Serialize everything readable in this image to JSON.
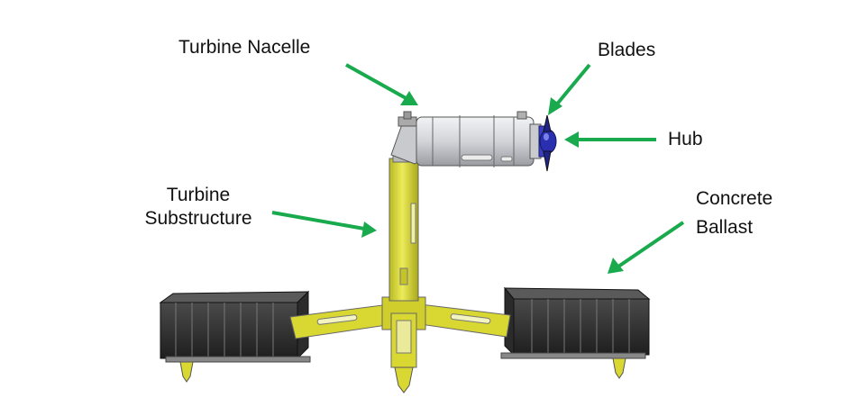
{
  "labels": {
    "nacelle": "Turbine Nacelle",
    "blades": "Blades",
    "hub": "Hub",
    "substructure_line1": "Turbine",
    "substructure_line2": "Substructure",
    "ballast_line1": "Concrete",
    "ballast_line2": "Ballast"
  },
  "colors": {
    "arrow": "#1aaa4e",
    "substructure": "#d9d832",
    "ballast": "#3a3a3a",
    "nacelle": "#d4d6da",
    "hub": "#2a2fb0"
  }
}
